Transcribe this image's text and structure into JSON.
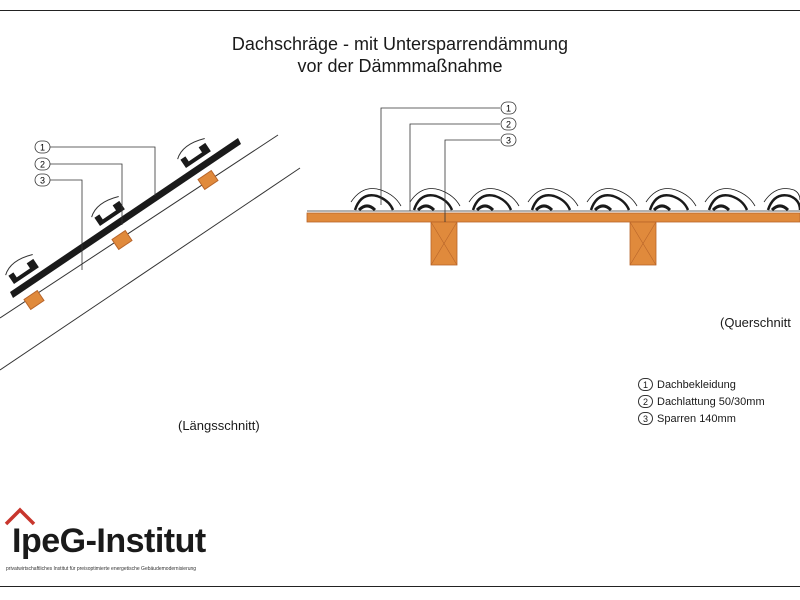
{
  "title": {
    "line1": "Dachschräge - mit Untersparrendämmung",
    "line2": "vor der Dämmmaßnahme"
  },
  "captions": {
    "laengsschnitt": "(Längsschnitt)",
    "querschnitt": "(Querschnitt"
  },
  "callouts": [
    "1",
    "2",
    "3"
  ],
  "legend": [
    {
      "num": "1",
      "text": "Dachbekleidung"
    },
    {
      "num": "2",
      "text": "Dachlattung 50/30mm"
    },
    {
      "num": "3",
      "text": "Sparren 140mm"
    }
  ],
  "logo": {
    "name_prefix": "I",
    "name_rest": "peG-Institut",
    "tagline": "privatwirtschaftliches Institut für preisoptimierte energetische Gebäudemodernisierung"
  },
  "colors": {
    "wood": "#e08a3c",
    "wood_dark": "#b8652a",
    "tile": "#1a1a1a",
    "logo_red": "#c8362d"
  }
}
